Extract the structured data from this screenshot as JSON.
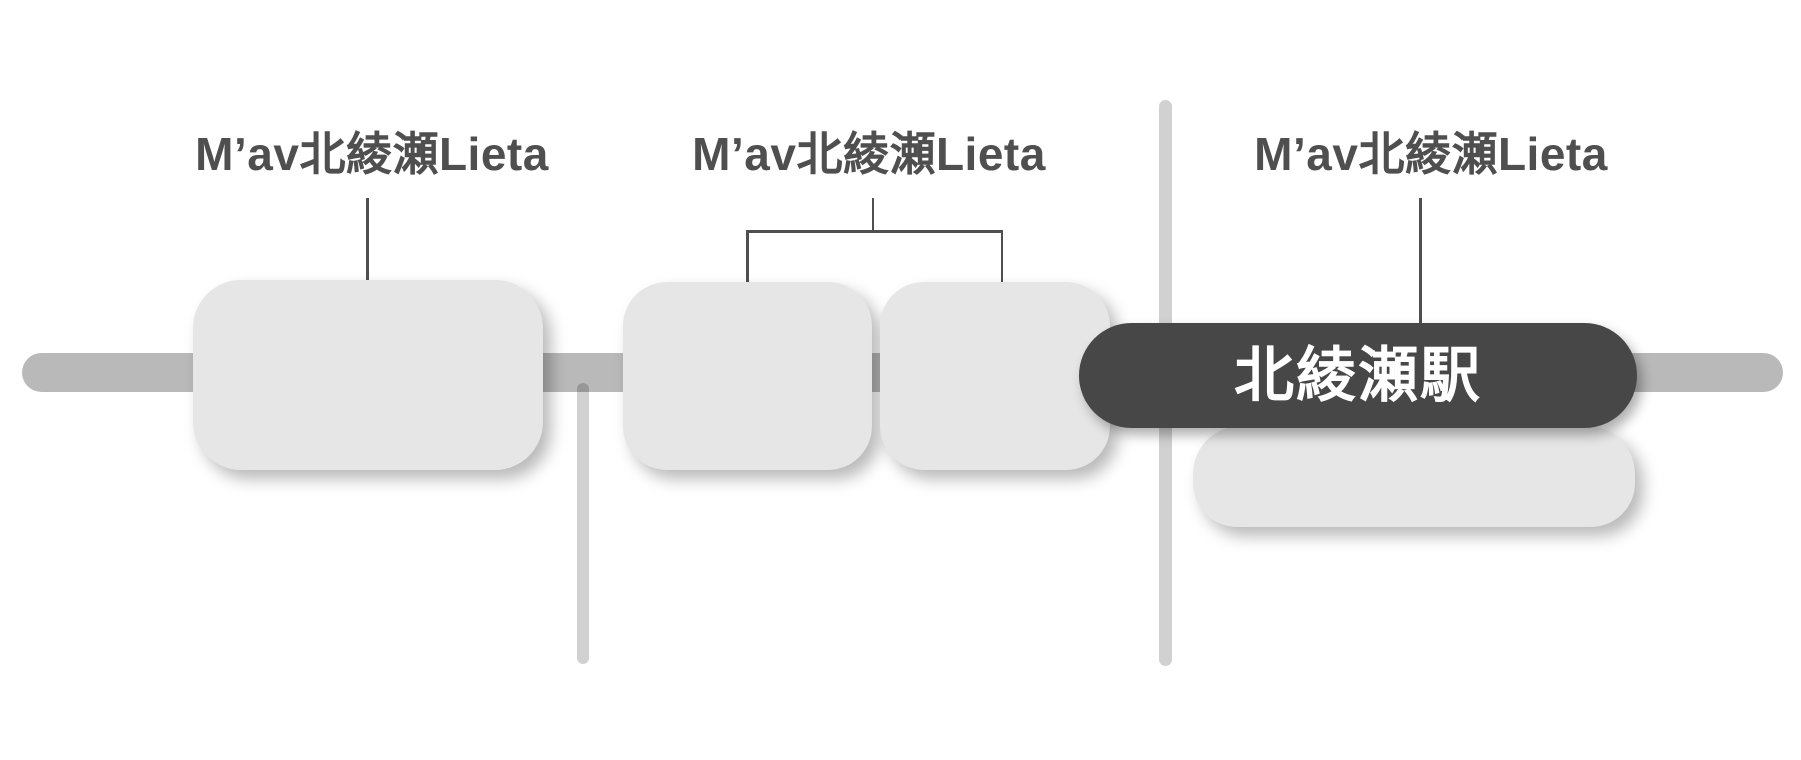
{
  "diagram": {
    "type": "station-area-map",
    "labels": {
      "left": "M’av北綾瀬Lieta",
      "middle": "M’av北綾瀬Lieta",
      "right": "M’av北綾瀬Lieta"
    },
    "station": {
      "name": "北綾瀬駅"
    },
    "colors": {
      "label_text": "#4f4f4f",
      "station_pill": "#474747",
      "station_text": "#ffffff",
      "railway_line": "#b9b9b9",
      "boundary_line": "#d2d2d2",
      "connector_line": "#4f4f4f",
      "block_fill": "#e6e6e6",
      "background": "#ffffff"
    }
  }
}
